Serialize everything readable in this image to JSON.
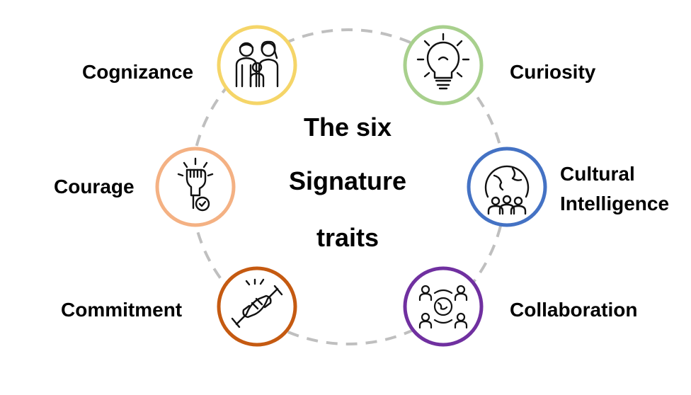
{
  "title": {
    "line1": "The six",
    "line2": "Signature",
    "line3": "traits"
  },
  "traits": [
    {
      "label": "Cognizance",
      "icon": "family-icon",
      "color": "#f5d568"
    },
    {
      "label": "Curiosity",
      "icon": "lightbulb-icon",
      "color": "#a8d08d"
    },
    {
      "label": "Cultural",
      "label2": "Intelligence",
      "icon": "globe-people-icon",
      "color": "#4472c4"
    },
    {
      "label": "Collaboration",
      "icon": "network-people-icon",
      "color": "#7030a0"
    },
    {
      "label": "Commitment",
      "icon": "handshake-icon",
      "color": "#c55a11"
    },
    {
      "label": "Courage",
      "icon": "raised-fist-icon",
      "color": "#f4b183"
    }
  ],
  "ring_color": "#bfbfbf"
}
